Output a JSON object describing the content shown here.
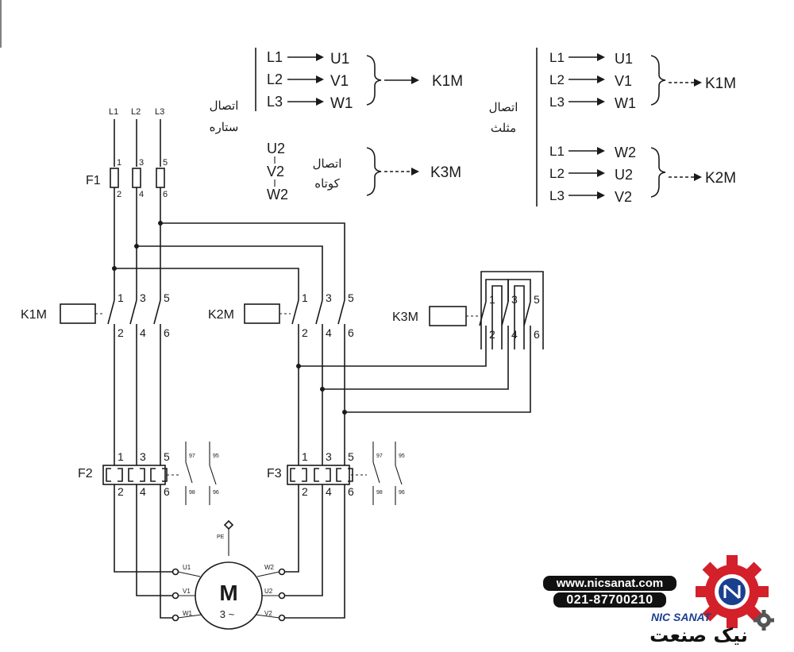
{
  "legend_star": {
    "rows": [
      {
        "from": "L1",
        "to": "U1"
      },
      {
        "from": "L2",
        "to": "V1"
      },
      {
        "from": "L3",
        "to": "W1"
      }
    ],
    "target": "K1M",
    "title_line1": "اتصال",
    "title_line2": "ستاره"
  },
  "legend_short": {
    "terms": [
      "U2",
      "V2",
      "W2"
    ],
    "title_line1": "اتصال",
    "title_line2": "کوتاه",
    "target": "K3M"
  },
  "legend_delta": {
    "title_line1": "اتصال",
    "title_line2": "مثلث",
    "group1": {
      "rows": [
        {
          "from": "L1",
          "to": "U1"
        },
        {
          "from": "L2",
          "to": "V1"
        },
        {
          "from": "L3",
          "to": "W1"
        }
      ],
      "target": "K1M"
    },
    "group2": {
      "rows": [
        {
          "from": "L1",
          "to": "W2"
        },
        {
          "from": "L2",
          "to": "U2"
        },
        {
          "from": "L3",
          "to": "V2"
        }
      ],
      "target": "K2M"
    }
  },
  "phases": [
    "L1",
    "L2",
    "L3"
  ],
  "fuse": {
    "label": "F1",
    "top": [
      "1",
      "3",
      "5"
    ],
    "bottom": [
      "2",
      "4",
      "6"
    ]
  },
  "contactors": [
    {
      "label": "K1M",
      "top": [
        "1",
        "3",
        "5"
      ],
      "bottom": [
        "2",
        "4",
        "6"
      ]
    },
    {
      "label": "K2M",
      "top": [
        "1",
        "3",
        "5"
      ],
      "bottom": [
        "2",
        "4",
        "6"
      ]
    },
    {
      "label": "K3M",
      "top": [
        "1",
        "3",
        "5"
      ],
      "bottom": [
        "2",
        "4",
        "6"
      ]
    }
  ],
  "overloads": [
    {
      "label": "F2",
      "top": [
        "1",
        "3",
        "5"
      ],
      "bottom": [
        "2",
        "4",
        "6"
      ],
      "aux_top": [
        "97",
        "95"
      ],
      "aux_bottom": [
        "98",
        "96"
      ]
    },
    {
      "label": "F3",
      "top": [
        "1",
        "3",
        "5"
      ],
      "bottom": [
        "2",
        "4",
        "6"
      ],
      "aux_top": [
        "97",
        "95"
      ],
      "aux_bottom": [
        "98",
        "96"
      ]
    }
  ],
  "motor": {
    "symbol": "M",
    "phase_label": "3 ~",
    "pe": "PE",
    "left_terminals": [
      "U1",
      "V1",
      "W1"
    ],
    "right_terminals": [
      "W2",
      "U2",
      "V2"
    ]
  },
  "brand": {
    "website": "www.nicsanat.com",
    "phone": "021-87700210",
    "name_en": "NIC SANAT",
    "name_fa": "نیک صنعت",
    "colors": {
      "red": "#d3202a",
      "blue": "#1b3f8f",
      "dark": "#111111"
    }
  }
}
